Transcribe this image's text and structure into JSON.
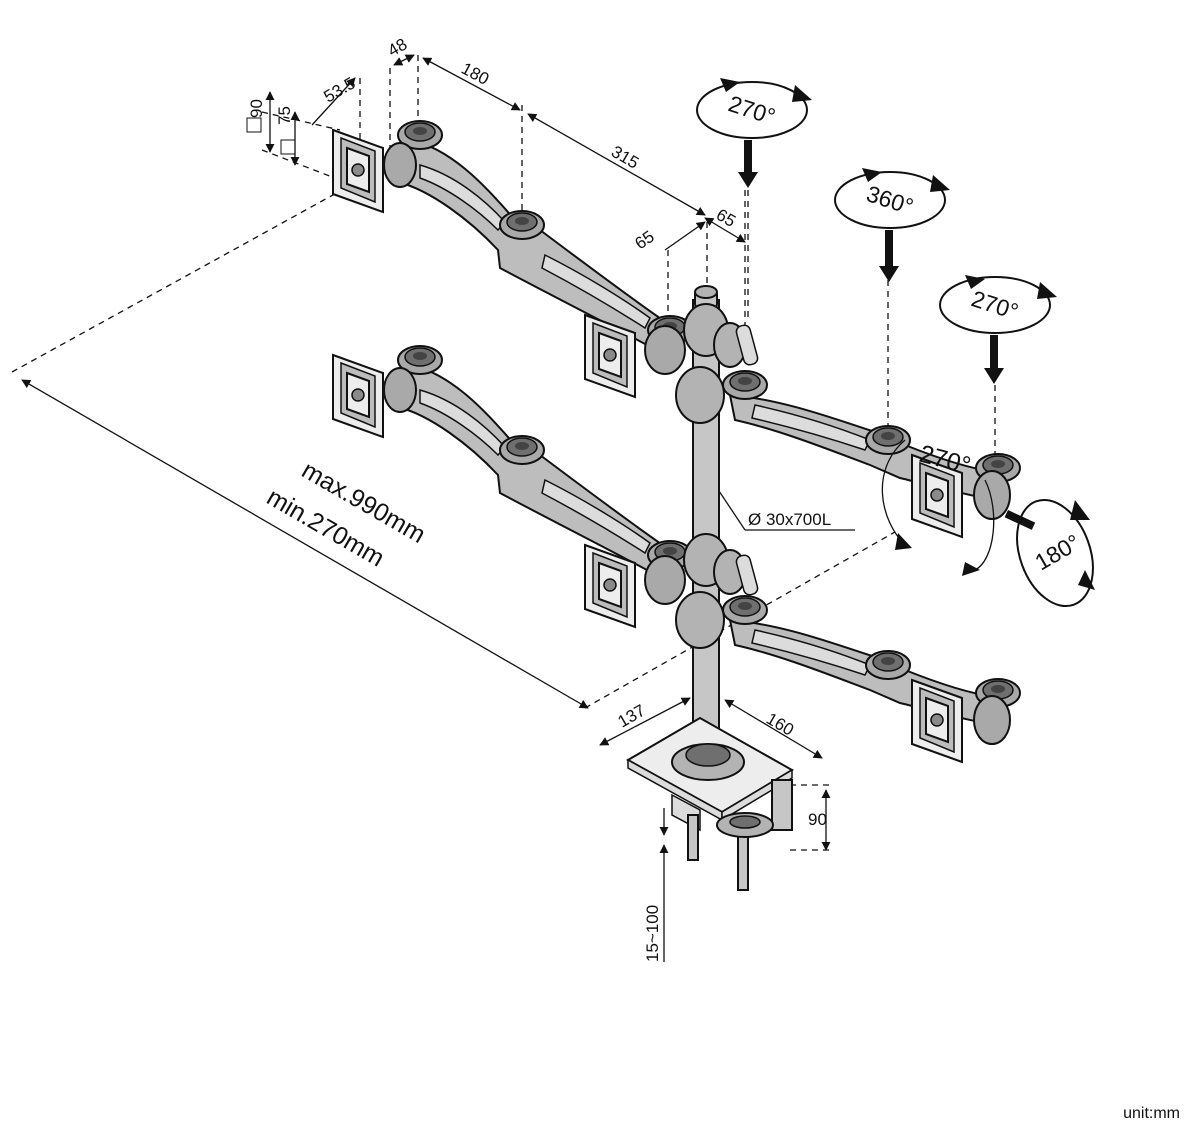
{
  "dimensions": {
    "d53_5": "53.5",
    "d48": "48",
    "d180": "180",
    "d315": "315",
    "d65a": "65",
    "d65b": "65",
    "d90_side": "90",
    "d75_side": "75",
    "pole": "Ø 30x700L",
    "max": "max.990mm",
    "min": "min.270mm",
    "d137": "137",
    "d160": "160",
    "d90_clamp": "90",
    "d15_100": "15~100"
  },
  "rotations": {
    "r1": "270°",
    "r2": "360°",
    "r3": "270°",
    "r4": "270°",
    "r5": "180°"
  },
  "unit": "unit:mm"
}
